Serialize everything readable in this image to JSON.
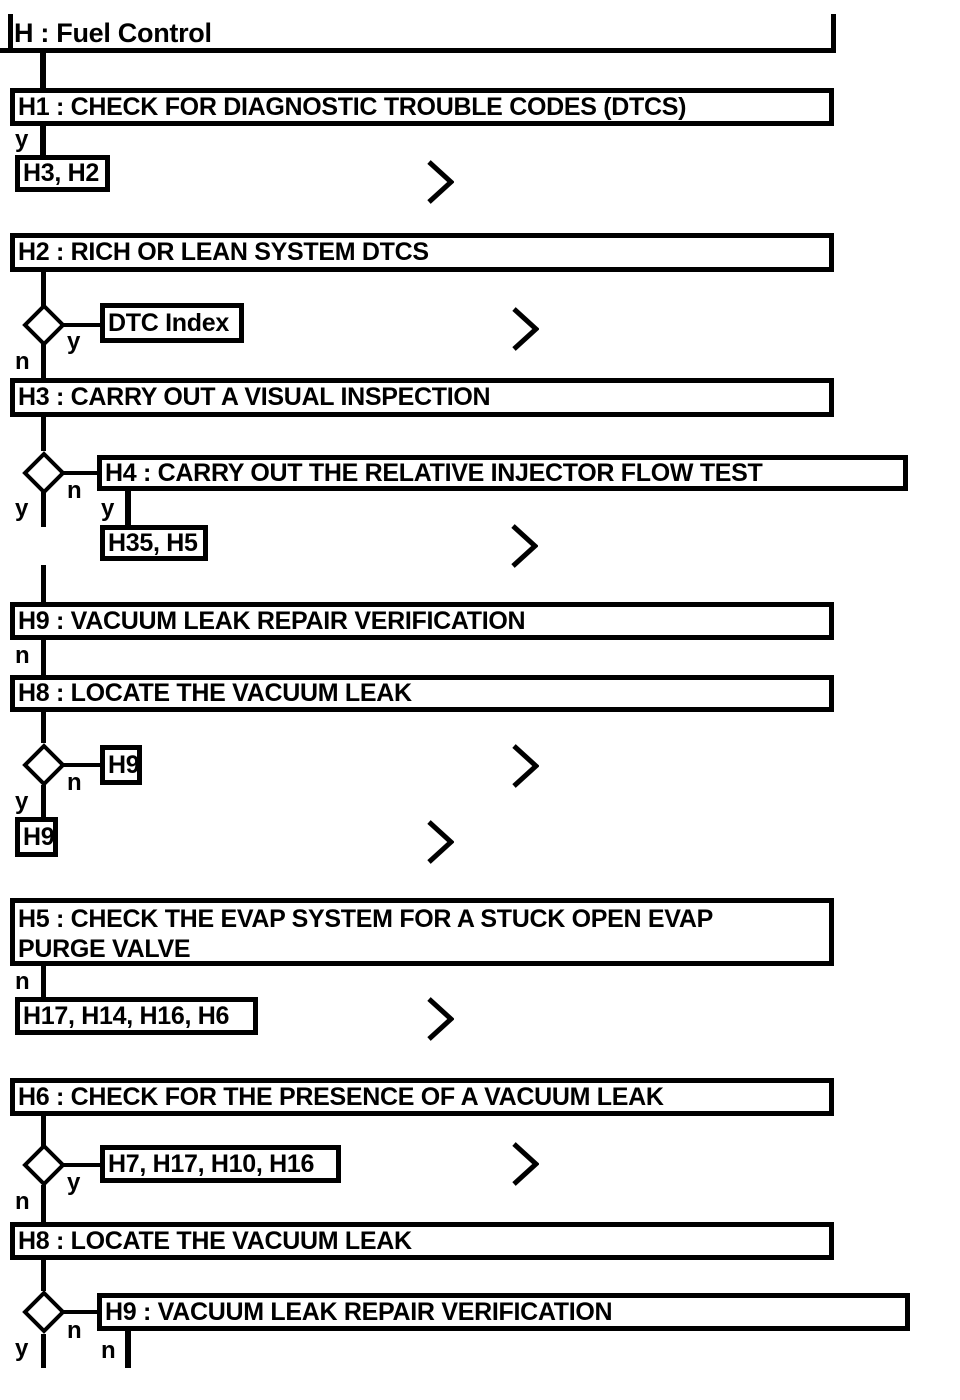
{
  "title": "H : Fuel Control",
  "labels": {
    "yes": "y",
    "no": "n"
  },
  "colors": {
    "ink": "#000000",
    "paper": "#ffffff"
  },
  "steps": {
    "h1": "H1 : CHECK FOR DIAGNOSTIC TROUBLE CODES (DTCS)",
    "h1_targets": "H3, H2",
    "h2": "H2 : RICH OR LEAN SYSTEM DTCS",
    "h2_target": "DTC Index",
    "h3": "H3 : CARRY OUT A VISUAL INSPECTION",
    "h4": "H4 : CARRY OUT THE RELATIVE INJECTOR FLOW TEST",
    "h4_targets": "H35, H5",
    "h9_first": "H9 : VACUUM LEAK REPAIR VERIFICATION",
    "h8_first": "H8 : LOCATE THE VACUUM LEAK",
    "h8_no_target": "H9",
    "h8_yes_target": "H9",
    "h5_line1": "H5 : CHECK THE EVAP SYSTEM FOR A STUCK OPEN EVAP",
    "h5_line2": "PURGE VALVE",
    "h5_targets": "H17, H14, H16, H6",
    "h6": "H6 : CHECK FOR THE PRESENCE OF A VACUUM LEAK",
    "h6_targets": "H7, H17, H10, H16",
    "h8_second": "H8 : LOCATE THE VACUUM LEAK",
    "h9_second": "H9 : VACUUM LEAK REPAIR VERIFICATION"
  }
}
